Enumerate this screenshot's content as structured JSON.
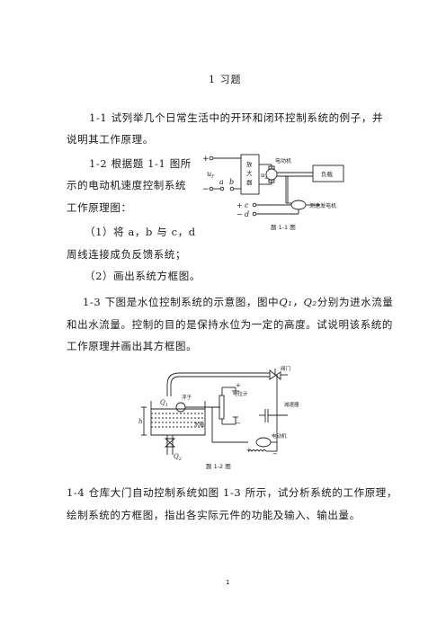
{
  "title": "1 习题",
  "p1_1": {
    "line1": "1-1  试列举几个日常生活中的开环和闭环控制系统的例子，并",
    "line2": "说明其工作原理。"
  },
  "p1_2": {
    "line1": "1-2  根据题 1-1 图所",
    "line2": "示的电动机速度控制系统",
    "line3": "工作原理图：",
    "item1_a": "（1）将 a，b 与 c，d",
    "item1_b": "周线连接成负反馈系统；",
    "item2": "（2）画出系统方框图。"
  },
  "p1_3": {
    "line1_a": "1-3  下图是水位控制系统的示意图，图中",
    "line1_sym": "Q₁，Q₂",
    "line1_b": "分别为进水流量",
    "line2": "和出水流量。控制的目的是保持水位为一定的高度。试说明该系统的",
    "line3": "工作原理并画出其方框图。"
  },
  "p1_4": {
    "line1": "1-4  仓库大门自动控制系统如图 1-3 所示，试分析系统的工作原理，",
    "line2": "绘制系统的方框图，指出各实际元件的功能及输入、输出量。"
  },
  "fig1": {
    "caption": "题 1-1 图",
    "amp": [
      "放",
      "大",
      "器"
    ],
    "motor": "电动机",
    "load": "负载",
    "tacho": "测速发电机",
    "ur": "u",
    "ur_sub": "r",
    "ua": "u",
    "ua_sub": "a",
    "a": "a",
    "b": "b",
    "c": "c",
    "d": "d",
    "plus": "+",
    "minus": "−"
  },
  "fig2": {
    "caption": "题 1-2 图",
    "valve": "阀门",
    "float": "浮子",
    "pot": "电位计",
    "reducer": "减速器",
    "tank": "水箱",
    "motor": "电动机",
    "Q1": "Q",
    "Q1_sub": "1",
    "Q2": "Q",
    "Q2_sub": "2",
    "h": "h",
    "plus": "+",
    "minus": "−"
  },
  "page_number": "1"
}
